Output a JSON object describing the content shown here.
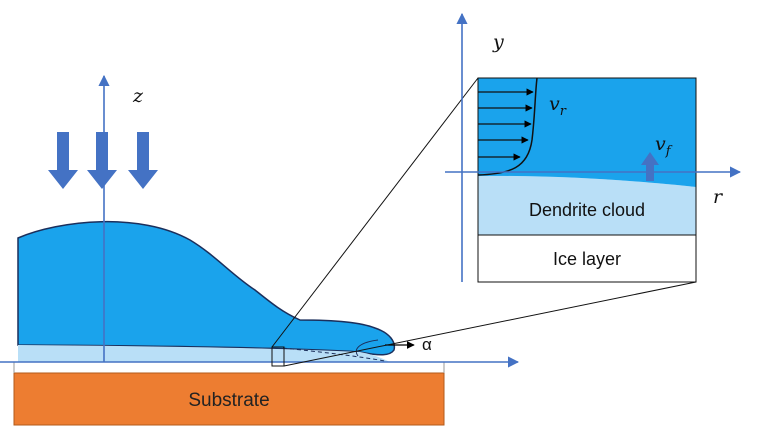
{
  "labels": {
    "z_axis": "z",
    "alpha": "α",
    "substrate": "Substrate",
    "inset_y_axis": "y",
    "inset_r_axis": "r",
    "velocity_r": "v",
    "velocity_r_sub": "r",
    "velocity_f": "v",
    "velocity_f_sub": "f",
    "dendrite_cloud": "Dendrite cloud",
    "ice_layer": "Ice layer"
  },
  "colors": {
    "droplet_fill": "#1aa3ec",
    "droplet_outline": "#1b2f5c",
    "dendrite_fill": "#b9dff7",
    "substrate_fill": "#ed7d31",
    "axis_color": "#4472c4",
    "arrow_fill": "#4472c4",
    "ice_fill": "#ffffff"
  },
  "icons": {
    "heat_flux": "down-arrow-icon",
    "front_velocity": "up-arrow-icon"
  }
}
